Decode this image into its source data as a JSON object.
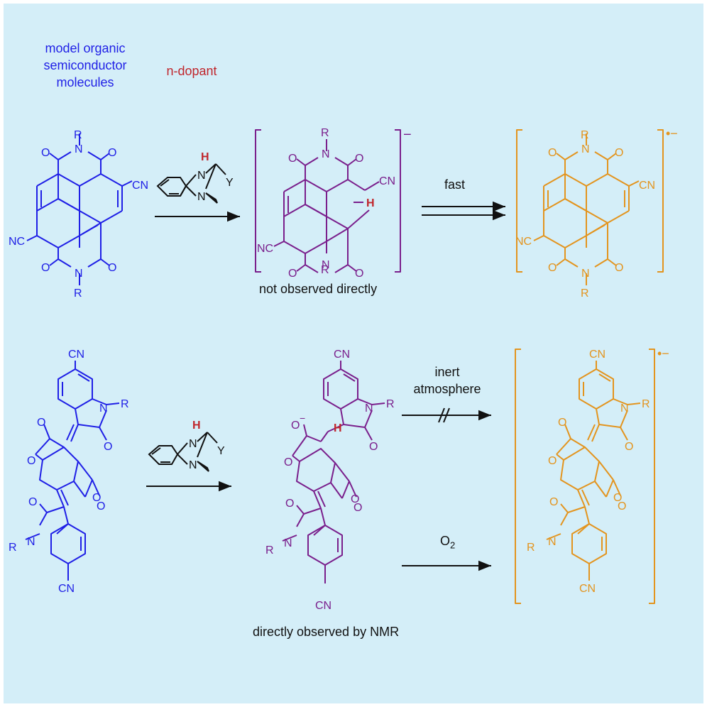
{
  "legend": {
    "semiconductor_line1": "model organic",
    "semiconductor_line2": "semiconductor",
    "semiconductor_line3": "molecules",
    "dopant": "n-dopant"
  },
  "colors": {
    "background": "#d4eef8",
    "semiconductor": "#1f1fe6",
    "intermediate": "#7a1f8c",
    "radical_anion": "#e3941e",
    "dopant_label": "#c0262c",
    "highlight_h": "#c0262c",
    "reagent": "#111111"
  },
  "reaction1": {
    "condition": "fast",
    "caption": "not observed directly",
    "anion_charge": "−",
    "radical_charge": "•−"
  },
  "reaction2": {
    "condition_upper_line1": "inert",
    "condition_upper_line2": "atmosphere",
    "condition_lower": "O",
    "condition_lower_sub": "2",
    "caption": "directly observed by NMR",
    "radical_charge": "•−"
  },
  "labels": {
    "r": "R",
    "cn": "CN",
    "nc": "NC",
    "o": "O",
    "n": "N",
    "h": "H",
    "y": "Y",
    "o_minus": "O",
    "minus": "−"
  }
}
